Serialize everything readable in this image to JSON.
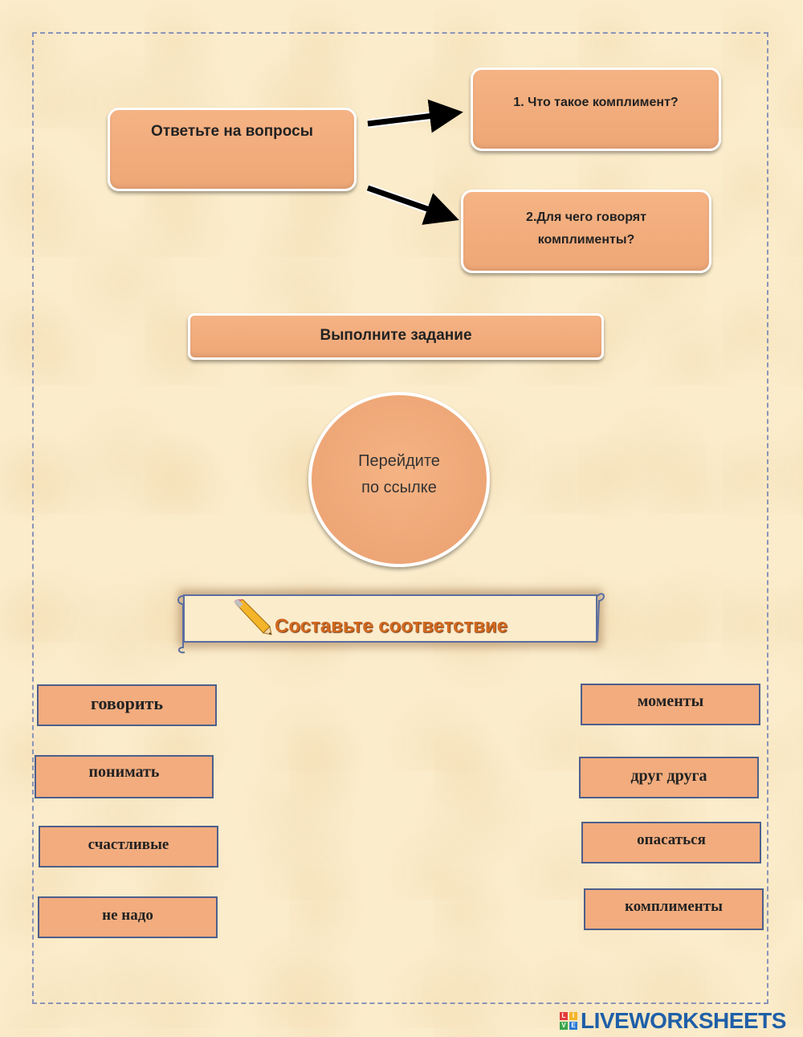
{
  "questions": {
    "main": "Ответьте на вопросы",
    "q1": "1. Что такое комплимент?",
    "q2_line1": "2.Для чего говорят",
    "q2_line2": "комплименты?"
  },
  "task": {
    "label": "Выполните задание"
  },
  "link_circle": {
    "line1": "Перейдите",
    "line2": "по  ссылке"
  },
  "matching": {
    "title": "Составьте соответствие",
    "left": [
      "говорить",
      "понимать",
      "счастливые",
      "не надо"
    ],
    "right": [
      "моменты",
      "друг друга",
      "опасаться",
      "комплименты"
    ]
  },
  "footer": {
    "brand": "LIVEWORKSHEETS",
    "logo_letters": [
      "L",
      "I",
      "V",
      "E"
    ]
  },
  "colors": {
    "box_fill": "#eea676",
    "word_border": "#4d5f8c",
    "title_orange": "#d2691e",
    "brand_blue": "#1f5fa8"
  }
}
